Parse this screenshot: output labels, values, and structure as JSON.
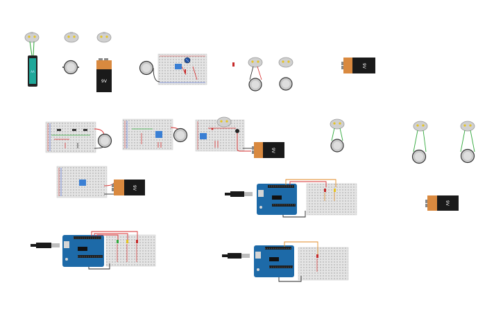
{
  "canvas": {
    "background": "#ffffff",
    "item_count": 28
  },
  "components": {
    "battery_9v_label": "9V",
    "aa_battery_label": "AA",
    "colors": {
      "battery_body": "#d9893f",
      "battery_top": "#1a1a1a",
      "breadboard": "#e6e6e6",
      "breadboard_rail_red": "#d43a3a",
      "breadboard_rail_blue": "#3a5ad4",
      "arduino": "#1d6aa8",
      "motor_body": "#bfbfbf",
      "wire_red": "#d62b2b",
      "wire_green": "#2fa83a",
      "wire_black": "#222222",
      "wire_orange": "#e08a24",
      "led_red": "#c62828",
      "led_yellow": "#e6c321"
    }
  }
}
